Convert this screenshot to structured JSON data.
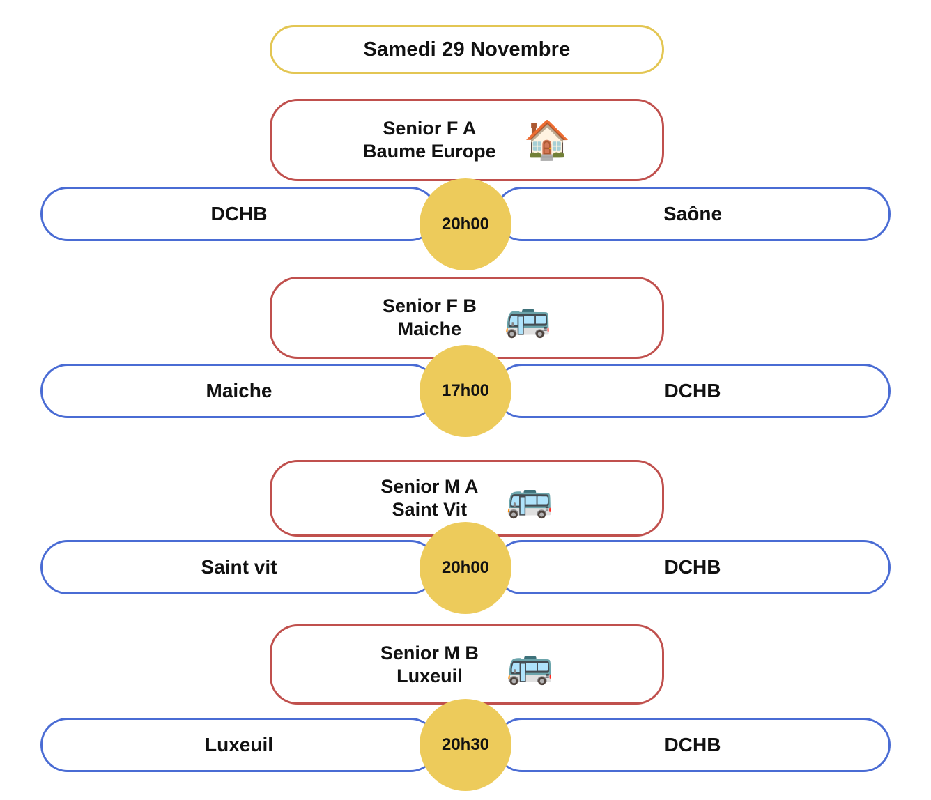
{
  "header": {
    "date_label": "Samedi 29 Novembre",
    "border_color": "#e3c653"
  },
  "colors": {
    "card_border": "#c0504d",
    "pill_border": "#4a6cd4",
    "time_badge_bg": "#edcb5b",
    "text": "#111111",
    "background": "#ffffff"
  },
  "icons": {
    "home": "🏠",
    "away": "🚌"
  },
  "matches": [
    {
      "category": "Senior F A",
      "opponent": "Baume Europe",
      "venue_icon": "🏠",
      "venue_icon_name": "house-icon",
      "home_team": "DCHB",
      "away_team": "Saône",
      "time": "20h00"
    },
    {
      "category": "Senior F B",
      "opponent": "Maiche",
      "venue_icon": "🚌",
      "venue_icon_name": "bus-icon",
      "home_team": "Maiche",
      "away_team": "DCHB",
      "time": "17h00"
    },
    {
      "category": "Senior M A",
      "opponent": "Saint Vit",
      "venue_icon": "🚌",
      "venue_icon_name": "bus-icon",
      "home_team": "Saint vit",
      "away_team": "DCHB",
      "time": "20h00"
    },
    {
      "category": "Senior M B",
      "opponent": "Luxeuil",
      "venue_icon": "🚌",
      "venue_icon_name": "bus-icon",
      "home_team": "Luxeuil",
      "away_team": "DCHB",
      "time": "20h30"
    }
  ]
}
